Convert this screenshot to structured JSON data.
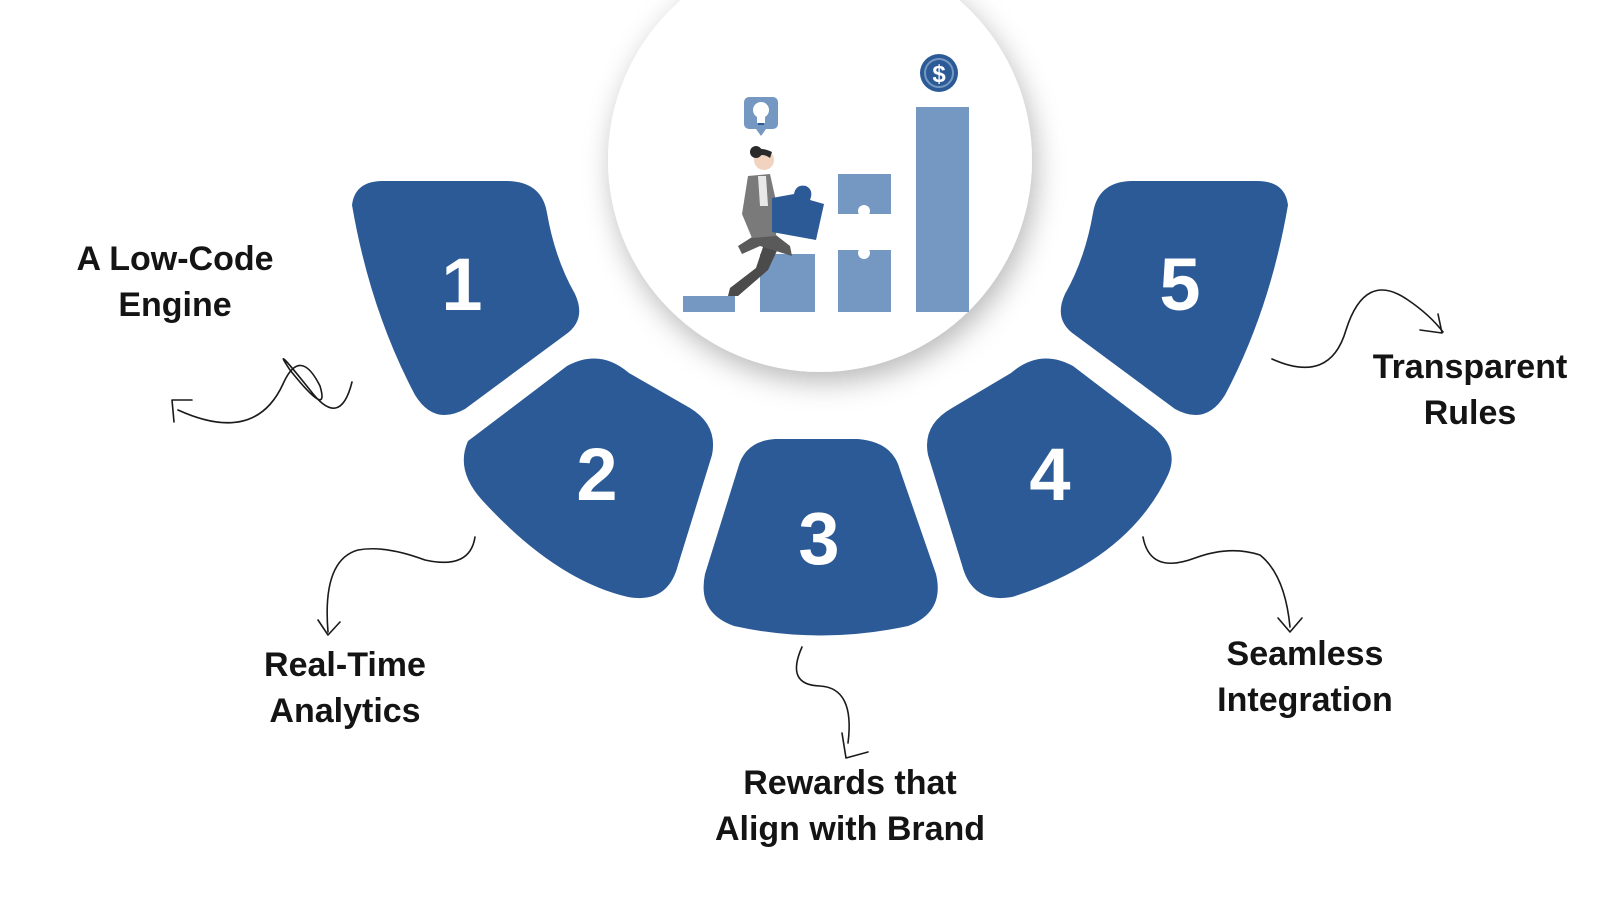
{
  "colors": {
    "segment": "#2b5a96",
    "illustration_bars": "#7598c2",
    "illustration_dark": "#2b5a96",
    "circle_bg": "#ffffff",
    "text": "#141414",
    "arrow": "#1a1a1a"
  },
  "steps": [
    {
      "number": "1",
      "label_line1": "A Low-Code",
      "label_line2": "Engine"
    },
    {
      "number": "2",
      "label_line1": "Real-Time",
      "label_line2": "Analytics"
    },
    {
      "number": "3",
      "label_line1": "Rewards that",
      "label_line2": "Align with Brand"
    },
    {
      "number": "4",
      "label_line1": "Seamless",
      "label_line2": "Integration"
    },
    {
      "number": "5",
      "label_line1": "Transparent",
      "label_line2": "Rules"
    }
  ],
  "illustration": {
    "coin_symbol": "$",
    "icons": [
      "lightbulb-icon",
      "dollar-coin-icon",
      "puzzle-piece-icon",
      "woman-figure-icon"
    ]
  }
}
